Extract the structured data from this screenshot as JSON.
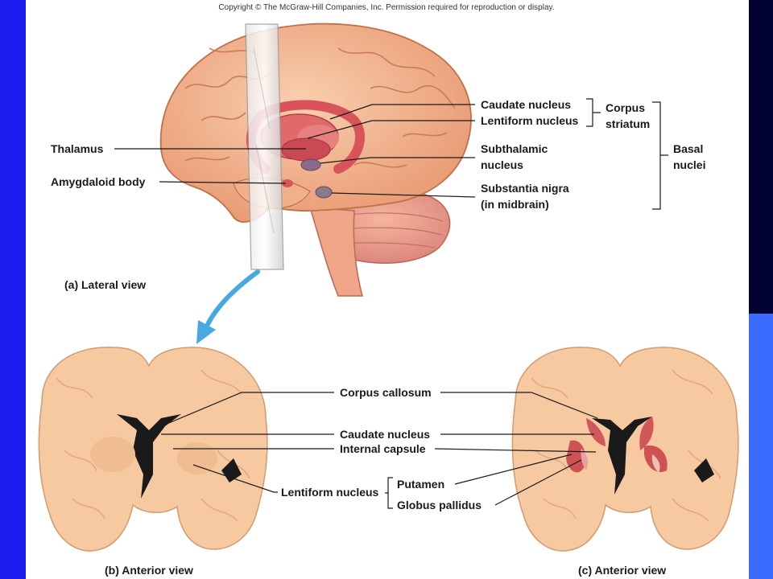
{
  "copyright": "Copyright © The McGraw-Hill Companies, Inc. Permission required for reproduction or display.",
  "colors": {
    "left_bar": "#1c1cf0",
    "right_bar_top": "#000033",
    "right_bar_bottom": "#3a6cff",
    "brain_tissue": "#f3b48e",
    "nuclei": "#d9545a",
    "arrow": "#4aa8e0"
  },
  "lateral": {
    "caption": "(a) Lateral view",
    "labels": {
      "caudate_nucleus": "Caudate nucleus",
      "lentiform_nucleus": "Lentiform nucleus",
      "corpus_striatum_1": "Corpus",
      "corpus_striatum_2": "striatum",
      "thalamus": "Thalamus",
      "subthalamic_1": "Subthalamic",
      "subthalamic_2": "nucleus",
      "amygdaloid_body": "Amygdaloid body",
      "substantia_nigra_1": "Substantia nigra",
      "substantia_nigra_2": "(in midbrain)",
      "basal_nuclei_1": "Basal",
      "basal_nuclei_2": "nuclei"
    }
  },
  "anterior": {
    "caption_b": "(b) Anterior view",
    "caption_c": "(c) Anterior view",
    "labels": {
      "corpus_callosum": "Corpus callosum",
      "caudate_nucleus": "Caudate nucleus",
      "internal_capsule": "Internal capsule",
      "lentiform_nucleus": "Lentiform nucleus",
      "putamen": "Putamen",
      "globus_pallidus": "Globus pallidus"
    }
  }
}
